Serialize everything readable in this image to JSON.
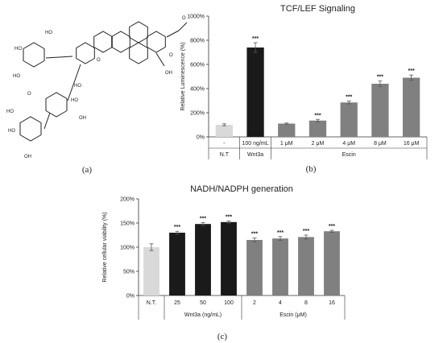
{
  "panels": {
    "a": "(a)",
    "b": "(b)",
    "c": "(c)"
  },
  "chart_data": [
    {
      "type": "bar",
      "title": "TCF/LEF Signaling",
      "ylabel": "Relative Luminescence (%)",
      "xlabel": "",
      "ylim": [
        0,
        1000
      ],
      "yticks": [
        "0%",
        "200%",
        "400%",
        "600%",
        "800%",
        "1000%"
      ],
      "ytick_values": [
        0,
        200,
        400,
        600,
        800,
        1000
      ],
      "categories": [
        "-",
        "100 ng/mL",
        "1 μM",
        "2 μM",
        "4 μM",
        "8 μM",
        "16 μM"
      ],
      "values": [
        100,
        740,
        110,
        135,
        285,
        440,
        490
      ],
      "errors": [
        8,
        40,
        5,
        10,
        12,
        22,
        22
      ],
      "colors": [
        "#d9d9d9",
        "#1a1a1a",
        "#808080",
        "#808080",
        "#808080",
        "#808080",
        "#808080"
      ],
      "significance": [
        "",
        "***",
        "",
        "***",
        "***",
        "***",
        "***"
      ],
      "groups": [
        {
          "label": "N.T",
          "from": 0,
          "to": 0
        },
        {
          "label": "Wnt3a",
          "from": 1,
          "to": 1
        },
        {
          "label": "Escin",
          "from": 2,
          "to": 6
        }
      ],
      "grid": false
    },
    {
      "type": "bar",
      "title": "NADH/NADPH generation",
      "ylabel": "Relative cellular viability (%)",
      "xlabel": "",
      "ylim": [
        0,
        200
      ],
      "yticks": [
        "0%",
        "50%",
        "100%",
        "150%",
        "200%"
      ],
      "ytick_values": [
        0,
        50,
        100,
        150,
        200
      ],
      "categories": [
        "N.T.",
        "25",
        "50",
        "100",
        "2",
        "4",
        "8",
        "16"
      ],
      "values": [
        100,
        130,
        148,
        152,
        115,
        118,
        121,
        133
      ],
      "errors": [
        7,
        3,
        3,
        2,
        4,
        4,
        4,
        2
      ],
      "colors": [
        "#d9d9d9",
        "#1a1a1a",
        "#1a1a1a",
        "#1a1a1a",
        "#808080",
        "#808080",
        "#808080",
        "#808080"
      ],
      "significance": [
        "",
        "***",
        "***",
        "***",
        "***",
        "***",
        "***",
        "***"
      ],
      "groups": [
        {
          "label": "Wnt3a (ng/mL)",
          "from": 1,
          "to": 3
        },
        {
          "label": "Escin (μM)",
          "from": 4,
          "to": 7
        }
      ],
      "grid": false
    }
  ]
}
